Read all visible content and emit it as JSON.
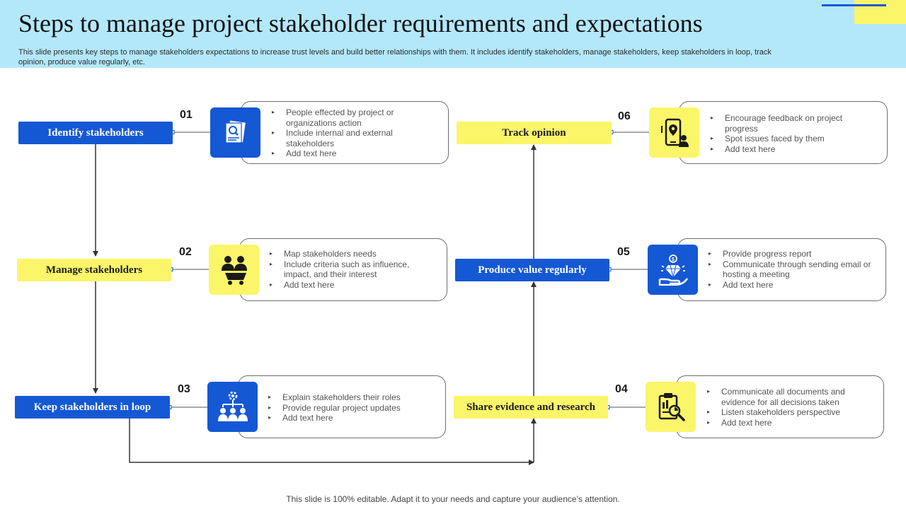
{
  "title": "Steps to manage project stakeholder requirements and expectations",
  "subtitle": "This slide presents key steps to manage stakeholders expectations to increase trust levels and build better relationships with them. It includes identify stakeholders, manage stakeholders, keep stakeholders in loop, track opinion, produce value regularly, etc.",
  "footer": "This slide is 100% editable. Adapt it to your needs and capture your audience’s attention.",
  "bullet_glyph": "▸",
  "colors": {
    "blue": "#1458d4",
    "yellow": "#fbf56a",
    "header_bg": "#b3e8fb"
  },
  "steps": [
    {
      "label": "Identify stakeholders",
      "number": "01",
      "color": "blue",
      "icon": "document-search-icon",
      "bullets": [
        "People effected by project or organizations action",
        "Include internal and external stakeholders",
        "Add text here"
      ]
    },
    {
      "label": "Manage stakeholders",
      "number": "02",
      "color": "yellow",
      "icon": "people-cart-icon",
      "bullets": [
        "Map stakeholders needs",
        "Include criteria such as influence, impact, and their interest",
        "Add text here"
      ]
    },
    {
      "label": "Keep stakeholders in loop",
      "number": "03",
      "color": "blue",
      "icon": "team-network-icon",
      "bullets": [
        "Explain stakeholders their roles",
        "Provide regular project updates",
        "Add text here"
      ]
    },
    {
      "label": "Share evidence and research",
      "number": "04",
      "color": "yellow",
      "icon": "clipboard-chart-icon",
      "bullets": [
        "Communicate all documents and evidence for all decisions taken",
        "Listen stakeholders perspective",
        "Add text here"
      ]
    },
    {
      "label": "Produce value regularly",
      "number": "05",
      "color": "blue",
      "icon": "hand-diamond-icon",
      "bullets": [
        "Provide progress report",
        "Communicate through sending email or hosting a meeting",
        "Add text here"
      ]
    },
    {
      "label": "Track opinion",
      "number": "06",
      "color": "yellow",
      "icon": "phone-location-user-icon",
      "bullets": [
        "Encourage feedback on project progress",
        "Spot issues faced by them",
        "Add text here"
      ]
    }
  ]
}
